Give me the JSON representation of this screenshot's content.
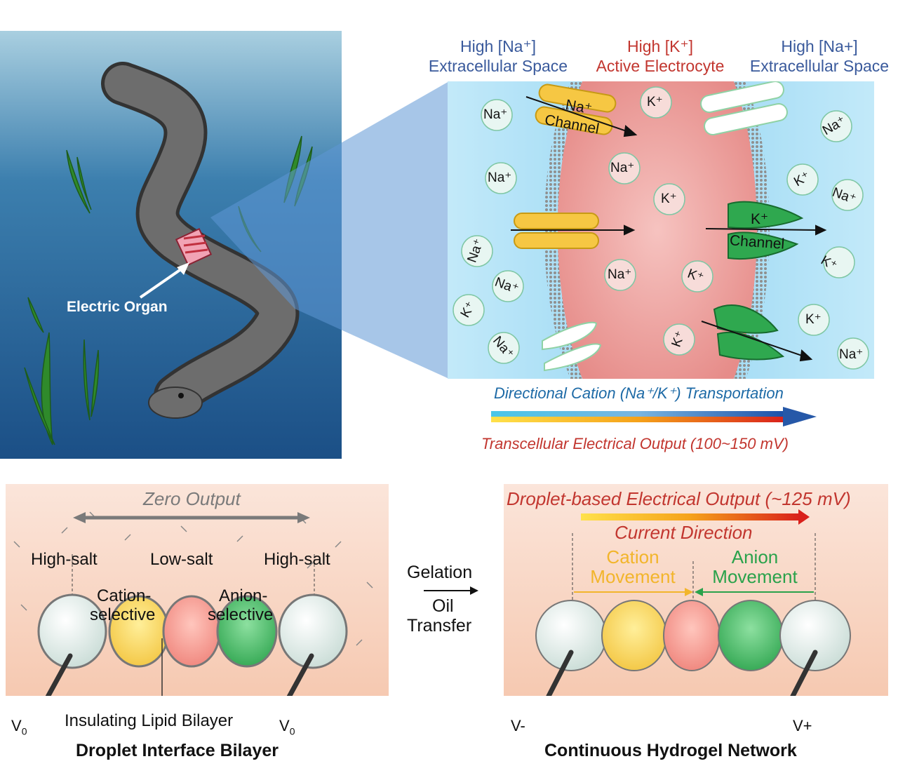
{
  "top": {
    "eel_label": "Electric Organ",
    "headers": [
      {
        "line1": "High [Na⁺]",
        "line2": "Extracellular Space"
      },
      {
        "line1": "High [K⁺]",
        "line2": "Active Electrocyte"
      },
      {
        "line1": "High [Na+]",
        "line2": "Extracellular Space"
      }
    ],
    "channel_na": {
      "line1": "Na⁺",
      "line2": "Channel"
    },
    "channel_k": {
      "line1": "K⁺",
      "line2": "Channel"
    },
    "ion_na": "Na⁺",
    "ion_k": "K⁺",
    "transport_label": "Directional Cation (Na⁺/K⁺) Transportation",
    "output_label": "Transcellular Electrical Output (100~150 mV)",
    "colors": {
      "membrane_bg": "#bfe6f7",
      "cell": "#ee9a98",
      "na_text": "#3a5a9c",
      "k_text": "#c2362f"
    }
  },
  "bottom_left": {
    "zero_output": "Zero Output",
    "regions": [
      "High-salt",
      "Low-salt",
      "High-salt"
    ],
    "cation_selective": {
      "line1": "Cation-",
      "line2": "selective"
    },
    "anion_selective": {
      "line1": "Anion-",
      "line2": "selective"
    },
    "bilayer_label": "Insulating Lipid Bilayer",
    "v_left": "V",
    "v_right": "V",
    "v_sub": "0",
    "title": "Droplet Interface Bilayer"
  },
  "middle": {
    "gelation": "Gelation",
    "oil": "Oil",
    "transfer": "Transfer"
  },
  "bottom_right": {
    "output_label": "Droplet-based Electrical Output (~125 mV)",
    "current_direction": "Current Direction",
    "cation_movement": {
      "line1": "Cation",
      "line2": "Movement"
    },
    "anion_movement": {
      "line1": "Anion",
      "line2": "Movement"
    },
    "v_minus": "V-",
    "v_plus": "V+",
    "title": "Continuous Hydrogel Network"
  }
}
